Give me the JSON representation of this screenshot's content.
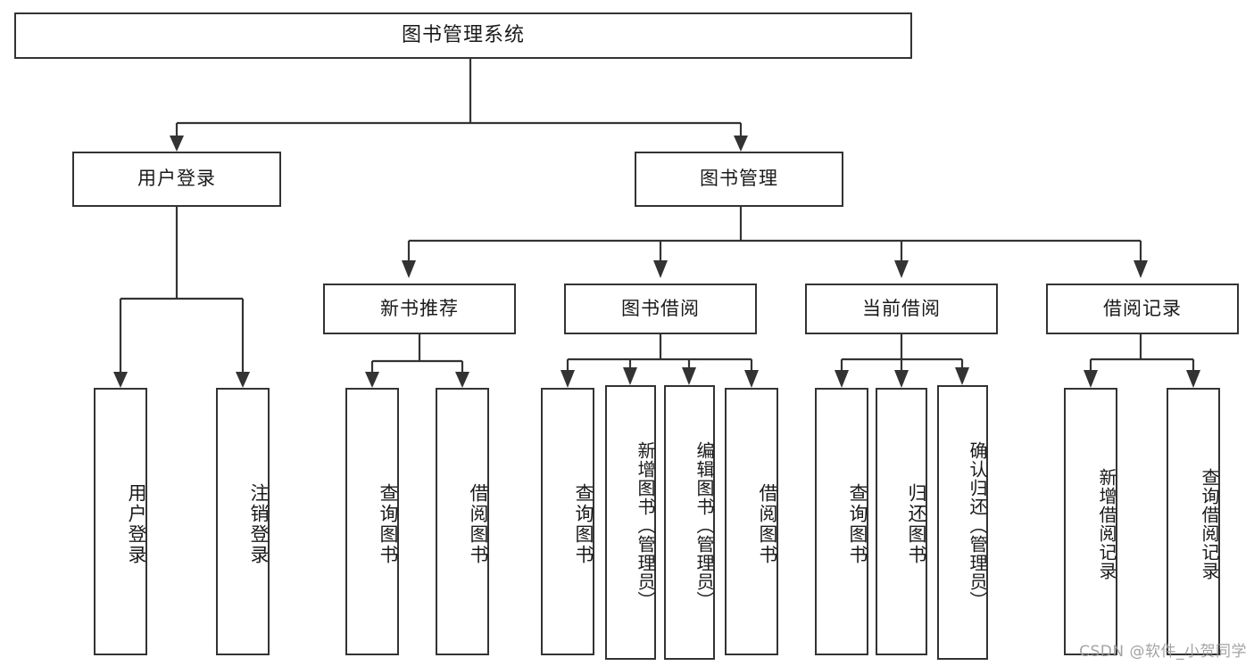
{
  "diagram": {
    "title": "图书管理系统",
    "watermark": "CSDN @软件_小贺同学",
    "stroke_color": "#333333",
    "text_color": "#1a1a1a",
    "background_color": "#ffffff",
    "watermark_color": "#9a9a9a"
  },
  "nodes": {
    "root": {
      "label": "图书管理系统"
    },
    "level2": [
      {
        "label": "用户登录"
      },
      {
        "label": "图书管理"
      }
    ],
    "level3": [
      {
        "label": "新书推荐"
      },
      {
        "label": "图书借阅"
      },
      {
        "label": "当前借阅"
      },
      {
        "label": "借阅记录"
      }
    ],
    "leaves": {
      "user_login": [
        {
          "label": "用户登录"
        },
        {
          "label": "注销登录"
        }
      ],
      "new_book": [
        {
          "label": "查询图书"
        },
        {
          "label": "借阅图书"
        }
      ],
      "book_borrow": [
        {
          "label": "查询图书"
        },
        {
          "label": "新增图书（管理员）"
        },
        {
          "label": "编辑图书（管理员）"
        },
        {
          "label": "借阅图书"
        }
      ],
      "current_borrow": [
        {
          "label": "查询图书"
        },
        {
          "label": "归还图书"
        },
        {
          "label": "确认归还（管理员）"
        }
      ],
      "borrow_record": [
        {
          "label": "新增借阅记录"
        },
        {
          "label": "查询借阅记录"
        }
      ]
    }
  }
}
